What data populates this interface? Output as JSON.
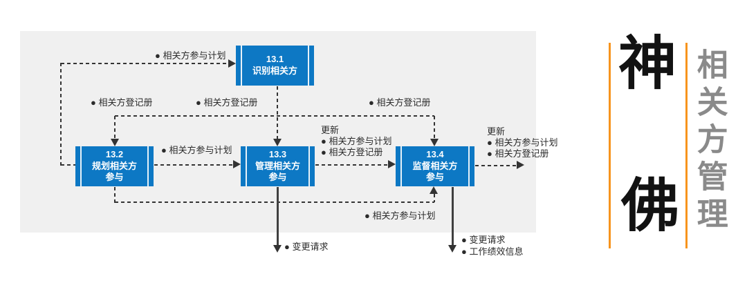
{
  "colors": {
    "process_blue": "#0d78c4",
    "panel_gray": "#f0f0f0",
    "connector_dark": "#333333",
    "accent_orange": "#f7941d",
    "title_gray": "#8a8a8a"
  },
  "diagram": {
    "boxes": [
      {
        "num": "13.1",
        "name": "识别相关方"
      },
      {
        "num": "13.2",
        "name": "规划相关方参与"
      },
      {
        "num": "13.3",
        "name": "管理相关方参与"
      },
      {
        "num": "13.4",
        "name": "监督相关方参与"
      }
    ],
    "labels": {
      "engagement_plan_top": "● 相关方参与计划",
      "register_left": "● 相关方登记册",
      "register_mid": "● 相关方登记册",
      "register_right": "● 相关方登记册",
      "engagement_plan_mid": "● 相关方参与计划",
      "updates_mid": {
        "title": "更新",
        "item1": "● 相关方参与计划",
        "item2": "● 相关方登记册"
      },
      "updates_out": {
        "title": "更新",
        "item1": "● 相关方参与计划",
        "item2": "● 相关方登记册"
      },
      "engagement_plan_bottom": "● 相关方参与计划",
      "change_requests_133": "● 变更请求",
      "change_requests_134": "● 变更请求",
      "work_performance_info": "● 工作绩效信息"
    }
  },
  "sidebar": {
    "brand_char_top": "神",
    "brand_char_bottom": "佛",
    "vertical_title": "相关方管理"
  }
}
